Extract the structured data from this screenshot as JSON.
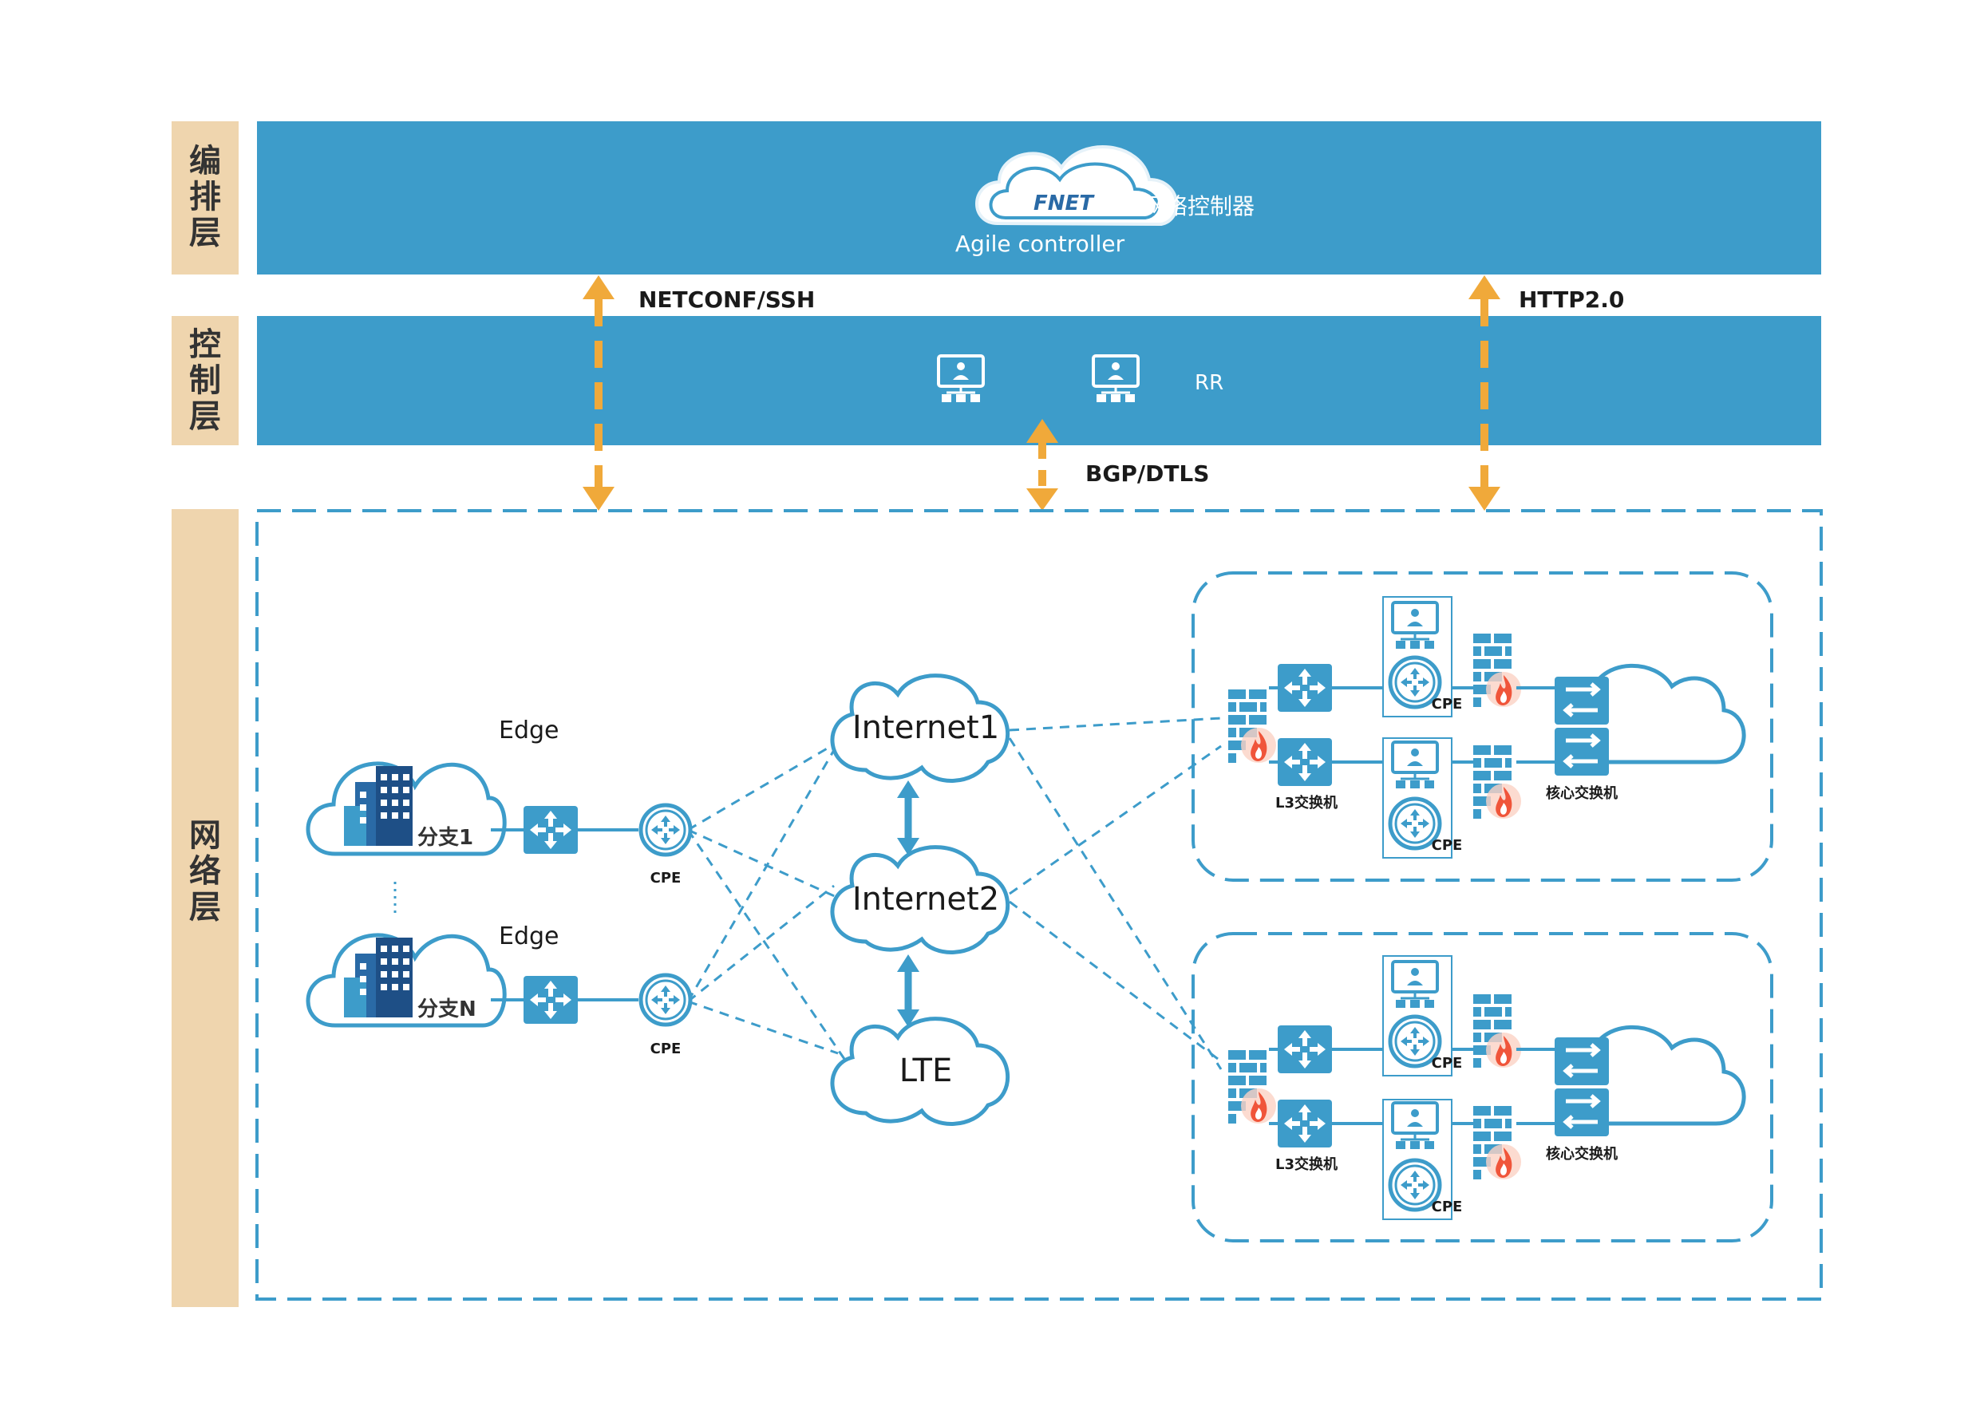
{
  "layers": {
    "orchestration": "编排层",
    "control": "控制层",
    "network": "网络层"
  },
  "orchestration": {
    "logo_text": "FNET",
    "controller_name": "Agile controller",
    "controller_cn": "网络控制器"
  },
  "control": {
    "rr_label": "RR"
  },
  "protocols": {
    "netconf": "NETCONF/SSH",
    "http": "HTTP2.0",
    "bgp": "BGP/DTLS"
  },
  "branches": {
    "edge_label": "Edge",
    "cpe_label": "CPE",
    "items": [
      "分支1",
      "分支N"
    ]
  },
  "wan": {
    "clouds": [
      "Internet1",
      "Internet2",
      "LTE"
    ]
  },
  "datacenter": {
    "l3_switch": "L3交换机",
    "core_switch": "核心交换机",
    "cpe_label": "CPE"
  },
  "colors": {
    "band": "#3d9cca",
    "label_bg": "#efd5ae",
    "orange": "#f0a93a",
    "device": "#3d9cca",
    "dashed": "#3d9cca",
    "fire": "#f0553a"
  },
  "icons": [
    "cloud-icon",
    "server-icon",
    "router-icon",
    "switch-icon",
    "firewall-icon",
    "building-icon",
    "core-switch-icon"
  ]
}
